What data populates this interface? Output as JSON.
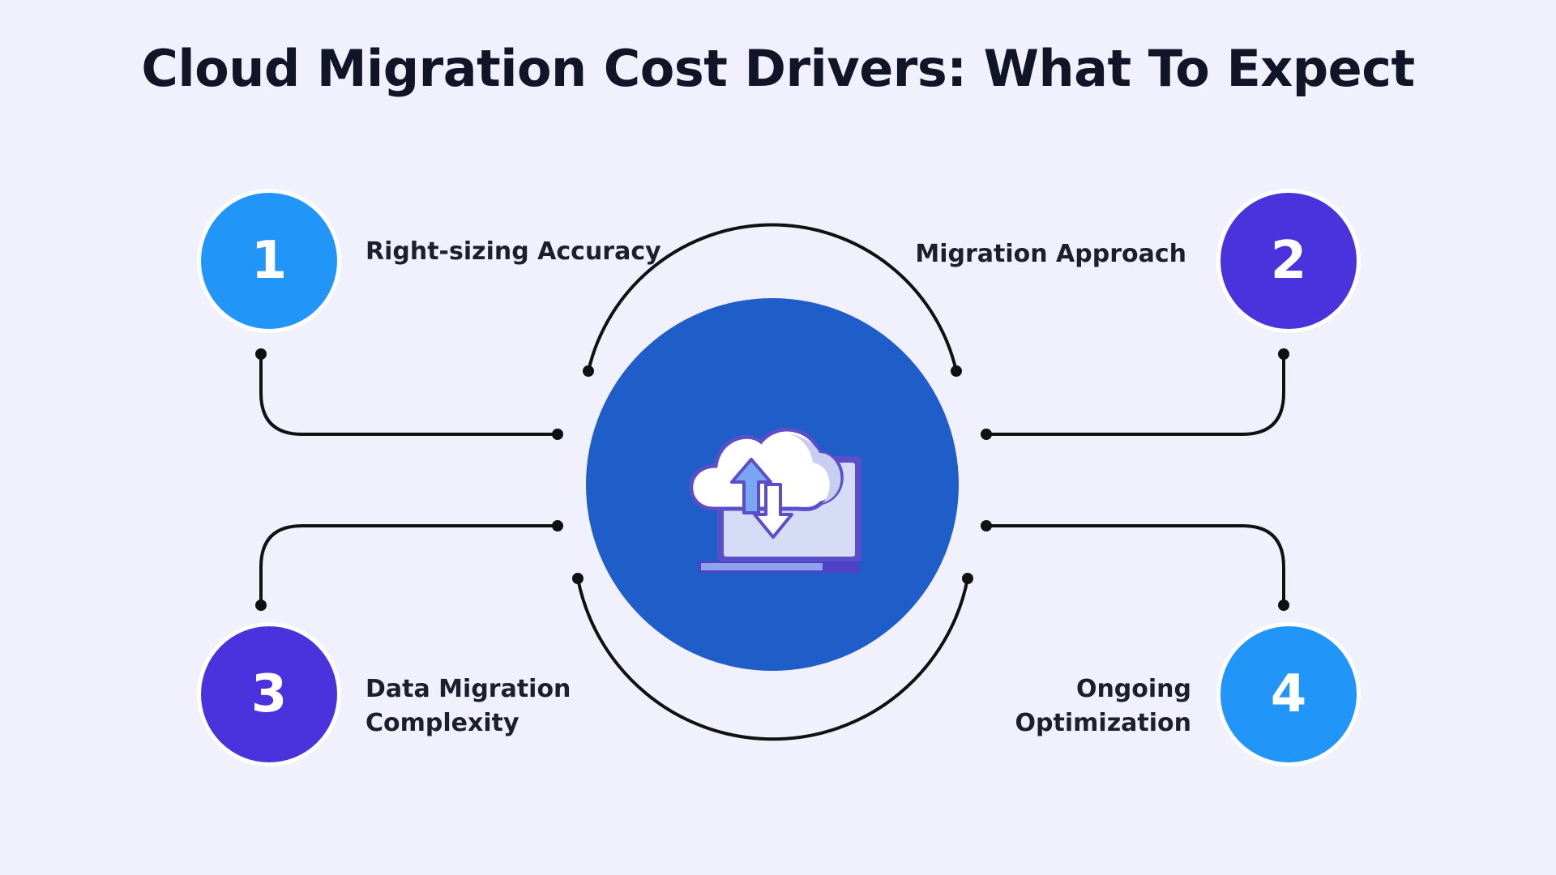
{
  "title": "Cloud Migration Cost Drivers: What To Expect",
  "colors": {
    "background": "#f0f1fd",
    "light_blue": "#2196f8",
    "indigo": "#4a33dc",
    "center_circle": "#1f5dc8",
    "connector": "#111111"
  },
  "center_icon": "cloud-upload-download-laptop-icon",
  "items": [
    {
      "number": "1",
      "label": "Right-sizing Accuracy",
      "color": "#2196f8"
    },
    {
      "number": "2",
      "label": "Migration Approach",
      "color": "#4a33dc"
    },
    {
      "number": "3",
      "label": "Data Migration\nComplexity",
      "color": "#4a33dc"
    },
    {
      "number": "4",
      "label": "Ongoing\nOptimization",
      "color": "#2196f8"
    }
  ]
}
